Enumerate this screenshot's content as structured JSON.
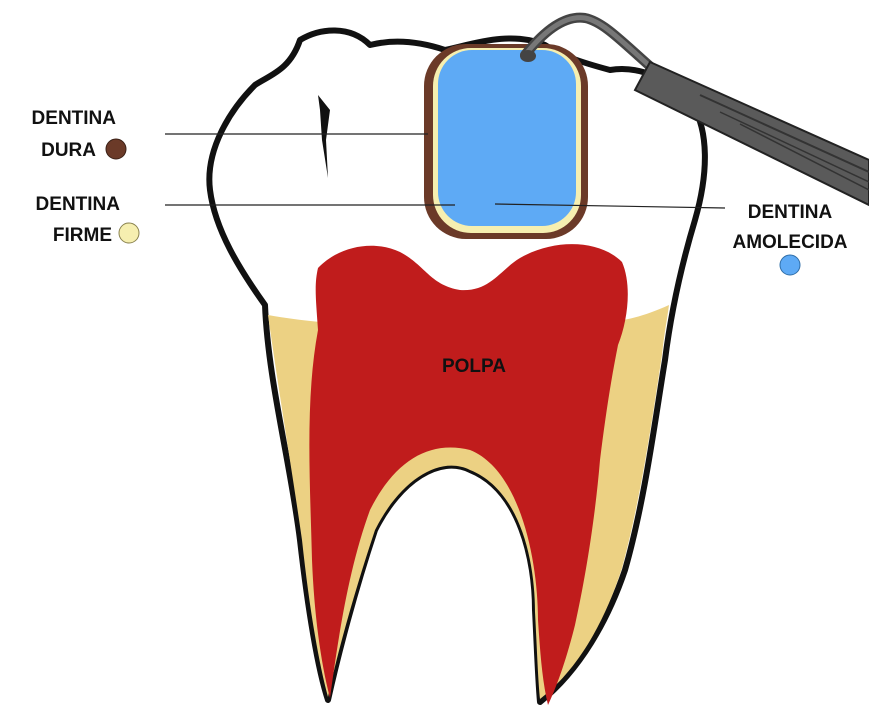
{
  "labels": {
    "dentina_dura": {
      "line1": "DENTINA",
      "line2": "DURA"
    },
    "dentina_firme": {
      "line1": "DENTINA",
      "line2": "FIRME"
    },
    "dentina_amolecida": {
      "line1": "DENTINA",
      "line2": "AMOLECIDA"
    },
    "polpa": "POLPA"
  },
  "colors": {
    "dentina_dura": "#6b3a28",
    "dentina_firme": "#f6efb0",
    "dentina_amolecida": "#5eaaf5",
    "polpa": "#c01c1c",
    "root_dentin": "#ecd183",
    "enamel": "#ffffff",
    "outline": "#111111",
    "instrument": "#555555"
  },
  "icons": {
    "instrument": "dental-explorer-icon"
  }
}
